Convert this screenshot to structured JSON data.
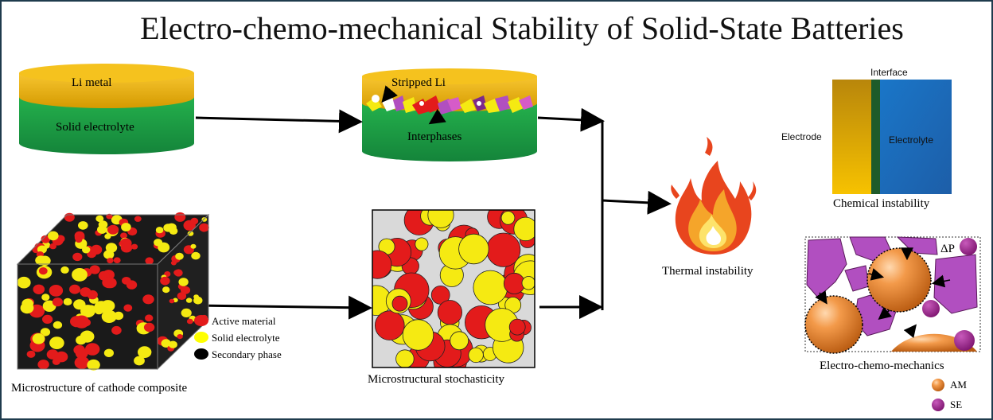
{
  "title": "Electro-chemo-mechanical Stability of Solid-State Batteries",
  "cylinder_left": {
    "top_label": "Li metal",
    "bottom_label": "Solid electrolyte"
  },
  "cylinder_right": {
    "top_label": "Stripped Li",
    "bottom_label": "Interphases"
  },
  "cathode": {
    "caption": "Microstructure of cathode composite",
    "legend": [
      {
        "label": "Active material",
        "color": "#e31b1b"
      },
      {
        "label": "Solid electrolyte",
        "color": "#f5ea12"
      },
      {
        "label": "Secondary phase",
        "color": "#111111"
      }
    ]
  },
  "micro": {
    "caption": "Microstructural stochasticity"
  },
  "thermal": {
    "caption": "Thermal instability"
  },
  "interface": {
    "top_label": "Interface",
    "left_label": "Electrode",
    "right_label": "Electrolyte",
    "caption": "Chemical instability"
  },
  "ecm": {
    "pressure_label": "ΔP",
    "caption": "Electro-chemo-mechanics",
    "legend": [
      {
        "label": "AM",
        "color": "#e07a2a"
      },
      {
        "label": "SE",
        "color": "#9b2a8c"
      }
    ]
  },
  "colors": {
    "li_metal": "#f2b400",
    "electrolyte_green": "#1aa64a",
    "active_material": "#e31b1b",
    "solid_electrolyte": "#f5ea12",
    "secondary": "#111111",
    "purple": "#b14fc0"
  }
}
